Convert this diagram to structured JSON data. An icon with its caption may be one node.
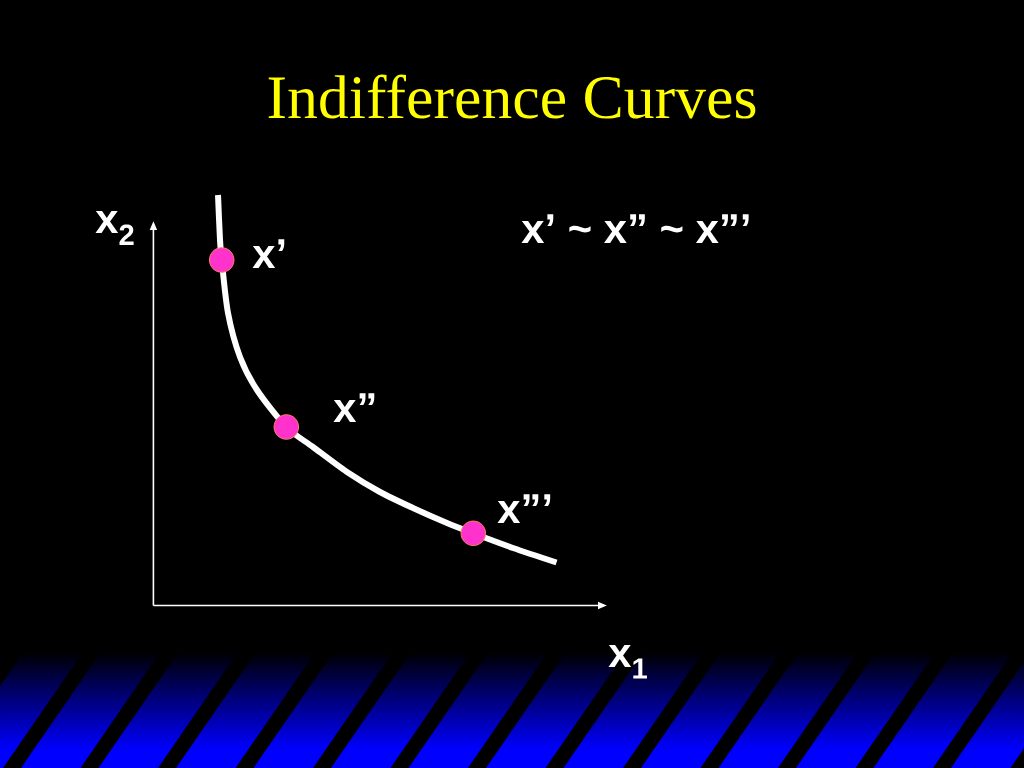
{
  "diagram": {
    "title": "Indifference Curves",
    "nodes": [
      {
        "text": [],
        "shape": "circle",
        "beside": [
          "x’"
        ]
      },
      {
        "text": [],
        "shape": "circle",
        "beside": [
          "x”"
        ]
      },
      {
        "text": [],
        "shape": "circle",
        "beside": [
          "x”’"
        ]
      }
    ],
    "labels": [
      "x$_{2}$",
      "x’ ~ x” ~ x”’",
      "x$_{1}$"
    ]
  }
}
